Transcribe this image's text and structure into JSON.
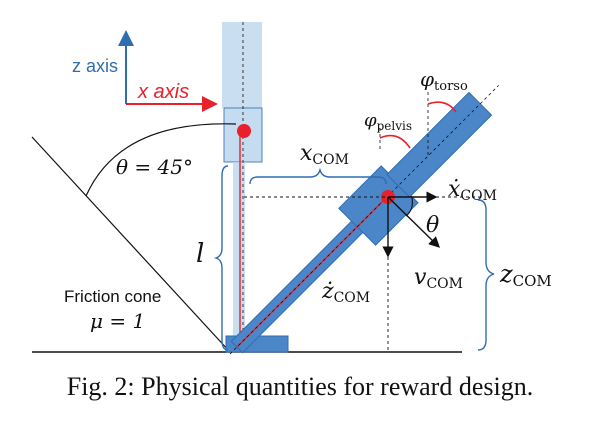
{
  "colors": {
    "blue": "#2f6db0",
    "blue_fill": "#4a86c8",
    "light_blue": "#bcd6ee",
    "red": "#e8202a",
    "black": "#111111"
  },
  "axes": {
    "z_label": "z axis",
    "x_label": "x axis"
  },
  "labels": {
    "theta_eq": "θ = 45°",
    "l": "l",
    "x_com": "x",
    "x_com_sub": "COM",
    "xdot_com": "ẋ",
    "xdot_com_sub": "COM",
    "zdot_com": "ż",
    "zdot_com_sub": "COM",
    "v_com": "v",
    "v_com_sub": "COM",
    "z_com": "z",
    "z_com_sub": "COM",
    "theta": "θ",
    "phi_torso": "φ",
    "phi_torso_sub": "torso",
    "phi_pelvis": "φ",
    "phi_pelvis_sub": "pelvis",
    "friction_cone": "Friction cone",
    "mu_eq": "μ = 1"
  },
  "caption": "Fig. 2: Physical quantities for reward design."
}
